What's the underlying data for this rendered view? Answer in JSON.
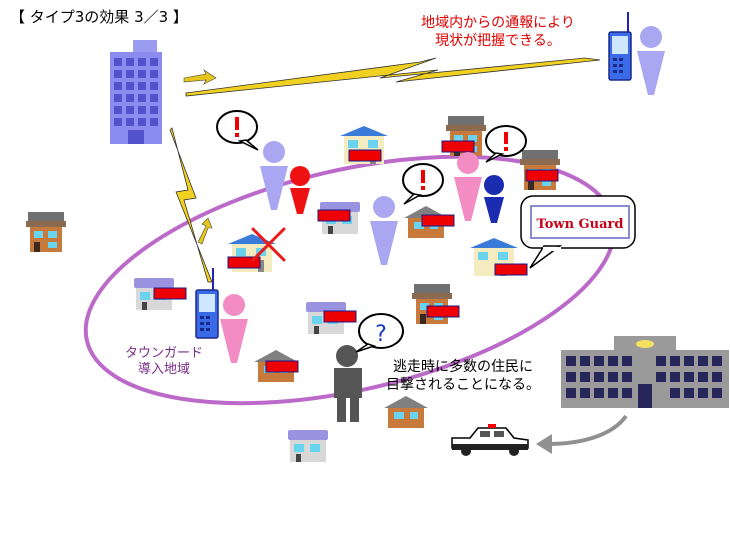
{
  "title": "【 タイプ3の効果 3／3 】",
  "report_caption": [
    "地域内からの通報により",
    "現状が把握できる。"
  ],
  "area_label": [
    "タウンガード",
    "導入地域"
  ],
  "witness_caption": [
    "逃走時に多数の住民に",
    "目撃されることになる。"
  ],
  "brand": "Town Guard",
  "colors": {
    "area_outline": "#b050c0",
    "lightning": "#f0d020",
    "person_lavender": "#a9a6f2",
    "person_pink": "#f48cc4",
    "person_red": "#ee1111",
    "person_blue": "#1a2cb0",
    "person_dark": "#555555",
    "name_plate": "#ee0000",
    "police_arrow": "#909090"
  },
  "icons": [
    "office-building-icon",
    "mobile-phone-icon",
    "house-icon",
    "speech-bubble-exclamation-icon",
    "speech-bubble-question-icon",
    "cross-mark-icon",
    "police-station-icon",
    "police-car-icon",
    "lightning-icon",
    "arrow-icon"
  ]
}
